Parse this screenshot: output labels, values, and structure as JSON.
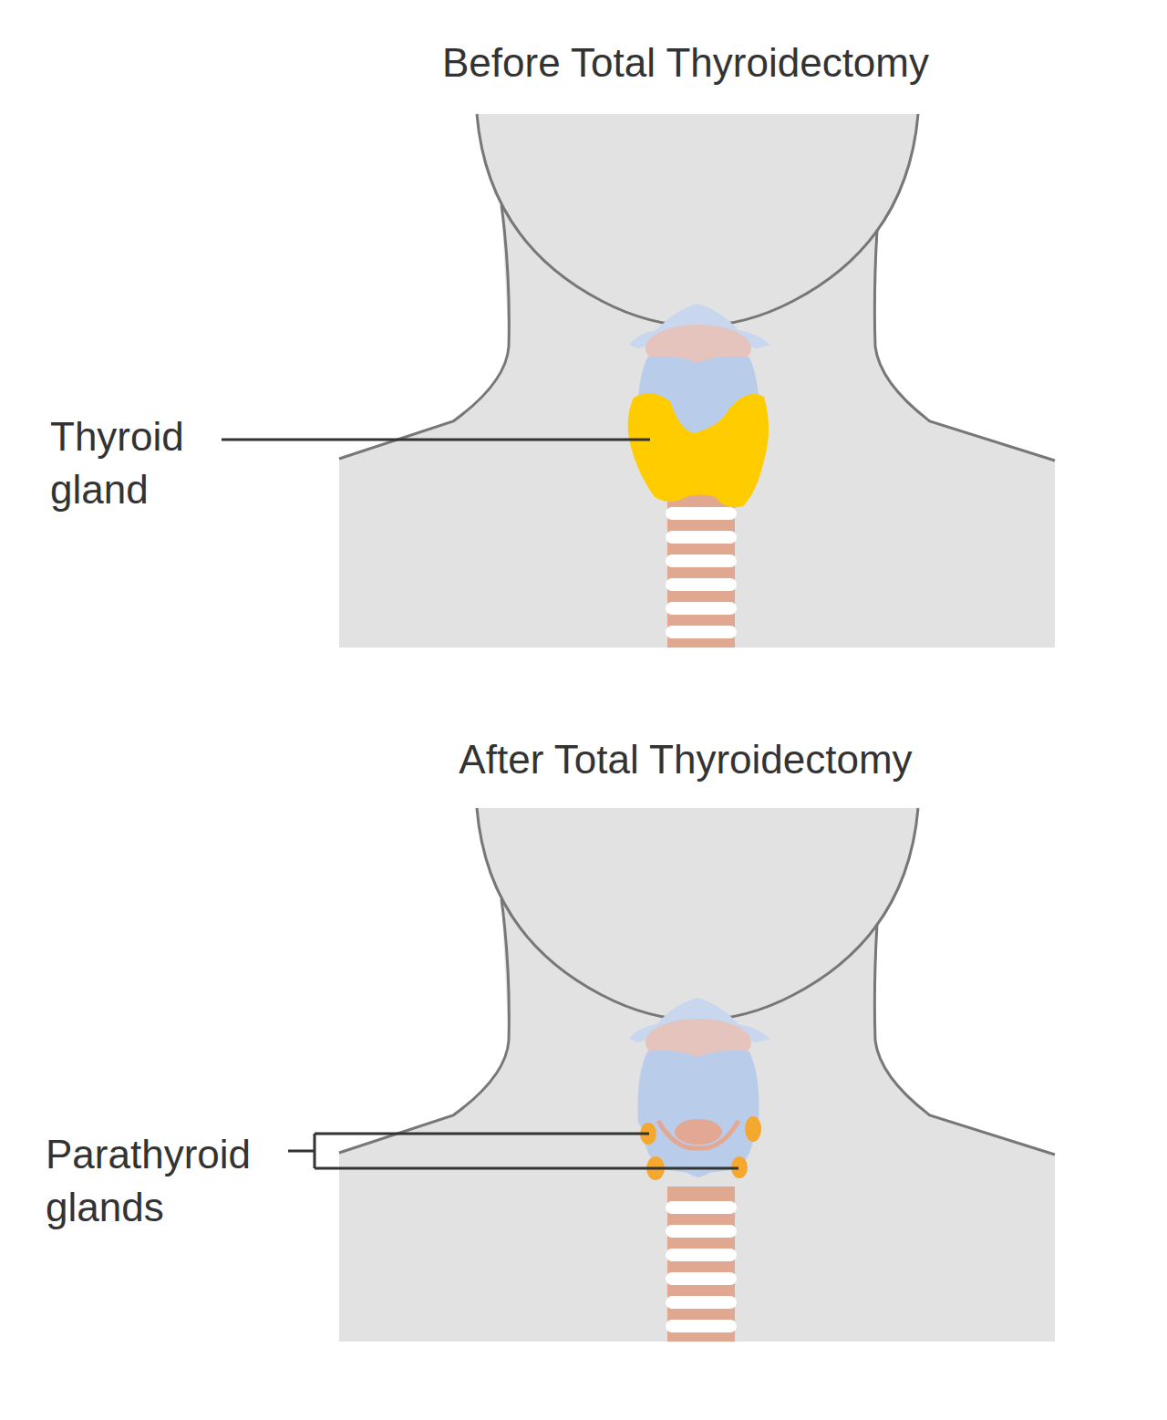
{
  "diagram": {
    "labels": [
      "Before Total Thyroidectomy",
      "Thyroid gland",
      "After Total Thyroidectomy",
      "Parathyroid glands"
    ]
  }
}
